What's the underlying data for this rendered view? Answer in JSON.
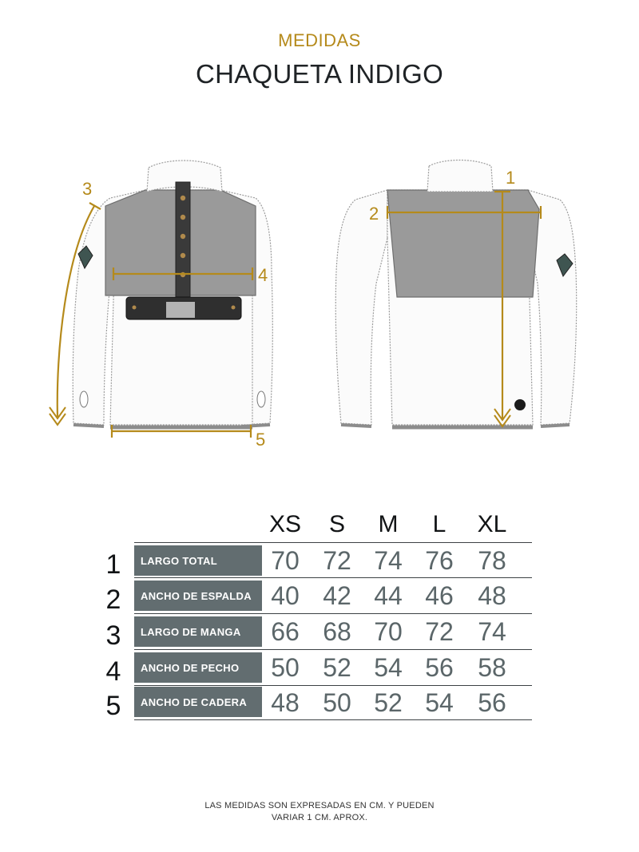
{
  "header": {
    "subtitle": "MEDIDAS",
    "title": "CHAQUETA INDIGO"
  },
  "colors": {
    "gold": "#b58a1b",
    "label_bg": "#626d70",
    "value_text": "#5b6669",
    "panel_gray": "#9a9a9a"
  },
  "diagram": {
    "front_callouts": [
      "3",
      "4",
      "5"
    ],
    "back_callouts": [
      "1",
      "2"
    ]
  },
  "size_table": {
    "sizes": [
      "XS",
      "S",
      "M",
      "L",
      "XL"
    ],
    "rows": [
      {
        "num": "1",
        "label": "LARGO TOTAL",
        "values": [
          "70",
          "72",
          "74",
          "76",
          "78"
        ]
      },
      {
        "num": "2",
        "label": "ANCHO DE ESPALDA",
        "values": [
          "40",
          "42",
          "44",
          "46",
          "48"
        ]
      },
      {
        "num": "3",
        "label": "LARGO DE MANGA",
        "values": [
          "66",
          "68",
          "70",
          "72",
          "74"
        ]
      },
      {
        "num": "4",
        "label": "ANCHO DE PECHO",
        "values": [
          "50",
          "52",
          "54",
          "56",
          "58"
        ]
      },
      {
        "num": "5",
        "label": "ANCHO DE CADERA",
        "values": [
          "48",
          "50",
          "52",
          "54",
          "56"
        ]
      }
    ]
  },
  "footnote": {
    "line1": "LAS MEDIDAS SON EXPRESADAS EN CM. Y PUEDEN",
    "line2": "VARIAR 1 CM. APROX."
  }
}
